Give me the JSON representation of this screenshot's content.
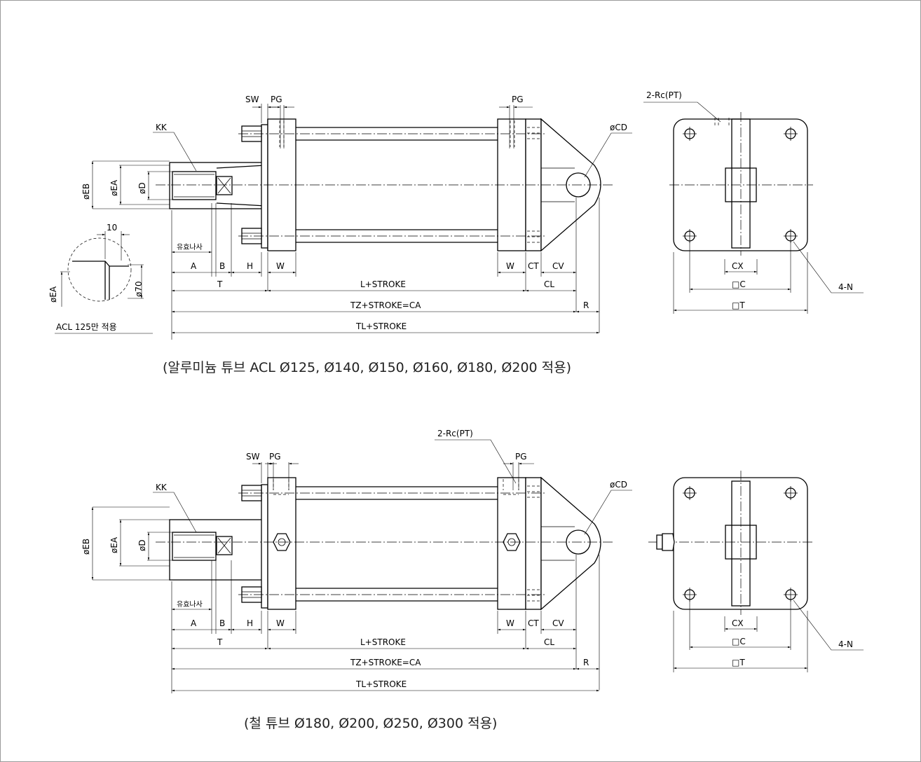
{
  "top_view": {
    "caption": "(알루미늄 튜브 ACL Ø125, Ø140, Ø150, Ø160, Ø180, Ø200 적용)",
    "labels": {
      "sw": "SW",
      "pg_left": "PG",
      "pg_right": "PG",
      "port": "2-Rc(PT)",
      "kk": "KK",
      "cd": "øCD",
      "eb": "øEB",
      "ea": "øEA",
      "d": "øD",
      "thread": "유효나사",
      "a": "A",
      "b": "B",
      "h": "H",
      "w_left": "W",
      "w_right": "W",
      "ct": "CT",
      "cv": "CV",
      "t": "T",
      "l_stroke": "L+STROKE",
      "cl": "CL",
      "tz": "TZ+STROKE=CA",
      "r": "R",
      "tl": "TL+STROKE",
      "cx": "CX",
      "c_sq": "□C",
      "t_sq": "□T",
      "n": "4-N"
    },
    "detail": {
      "dim10": "10",
      "dim70": "ø70",
      "ea": "øEA",
      "note": "ACL 125만 적용"
    }
  },
  "bottom_view": {
    "caption": "(철 튜브 Ø180, Ø200, Ø250, Ø300 적용)",
    "labels": {
      "sw": "SW",
      "pg_left": "PG",
      "pg_right": "PG",
      "port": "2-Rc(PT)",
      "kk": "KK",
      "cd": "øCD",
      "eb": "øEB",
      "ea": "øEA",
      "d": "øD",
      "thread": "유효나사",
      "a": "A",
      "b": "B",
      "h": "H",
      "w_left": "W",
      "w_right": "W",
      "ct": "CT",
      "cv": "CV",
      "t": "T",
      "l_stroke": "L+STROKE",
      "cl": "CL",
      "tz": "TZ+STROKE=CA",
      "r": "R",
      "tl": "TL+STROKE",
      "cx": "CX",
      "c_sq": "□C",
      "t_sq": "□T",
      "n": "4-N"
    }
  }
}
